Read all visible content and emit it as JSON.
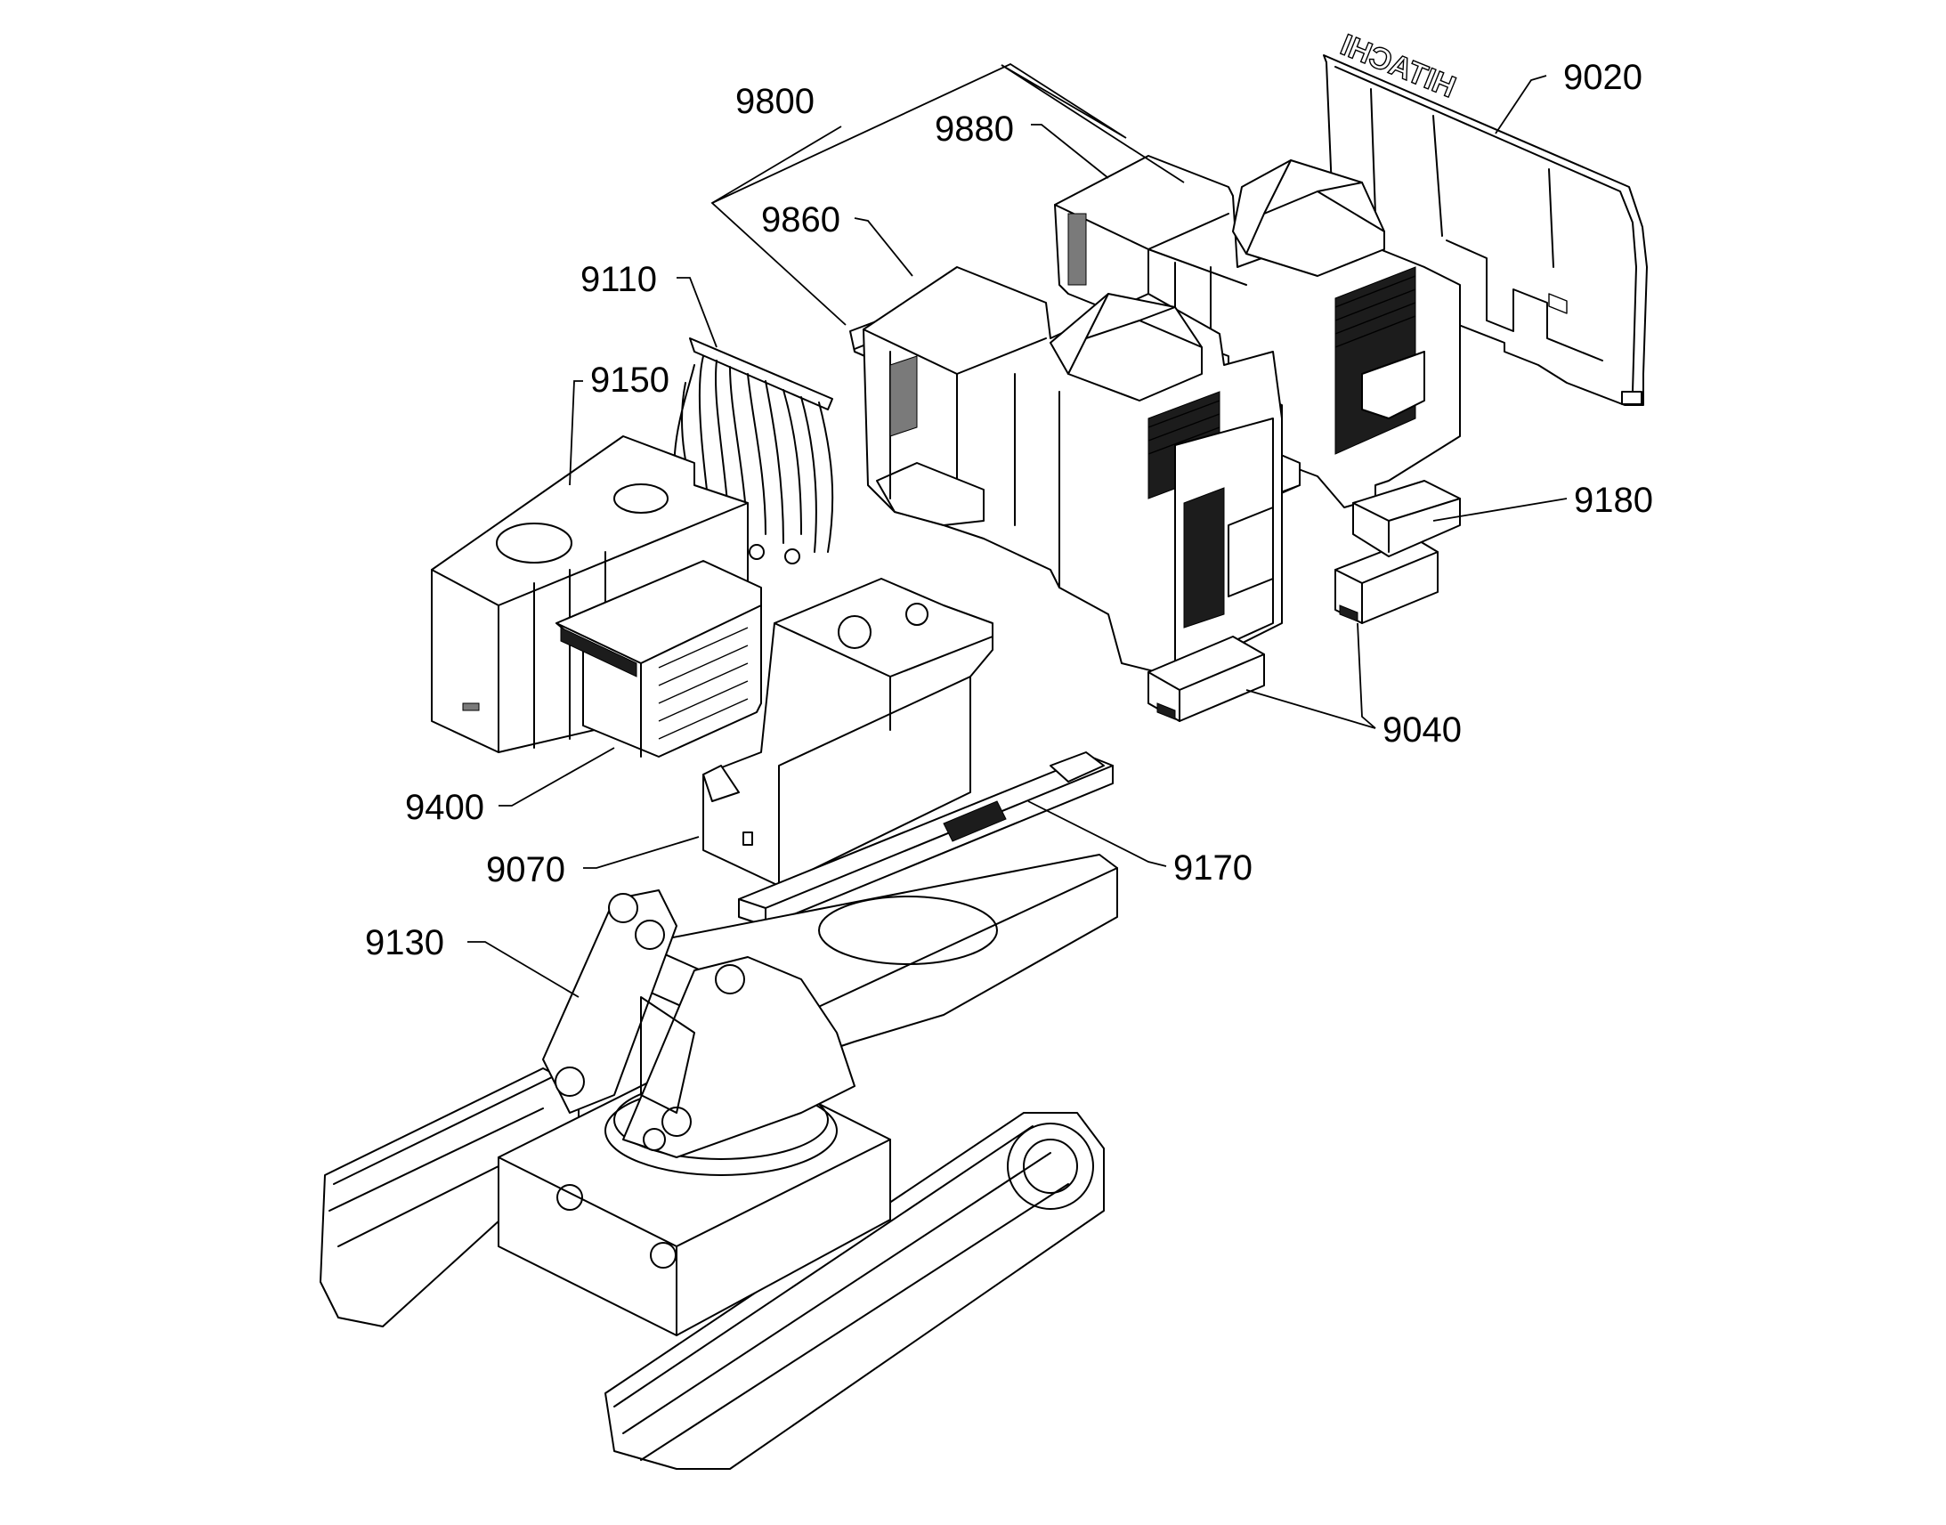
{
  "figure": {
    "labels": [
      {
        "id": "9800",
        "text": "9800"
      },
      {
        "id": "9880",
        "text": "9880"
      },
      {
        "id": "9020",
        "text": "9020"
      },
      {
        "id": "9860",
        "text": "9860"
      },
      {
        "id": "9110",
        "text": "9110"
      },
      {
        "id": "9150",
        "text": "9150"
      },
      {
        "id": "9180",
        "text": "9180"
      },
      {
        "id": "9040",
        "text": "9040"
      },
      {
        "id": "9400",
        "text": "9400"
      },
      {
        "id": "9170",
        "text": "9170"
      },
      {
        "id": "9070",
        "text": "9070"
      },
      {
        "id": "9130",
        "text": "9130"
      }
    ],
    "counterweight_lettering": "HITACHI"
  },
  "colors": {
    "ink": "#000000",
    "paper": "#ffffff"
  }
}
